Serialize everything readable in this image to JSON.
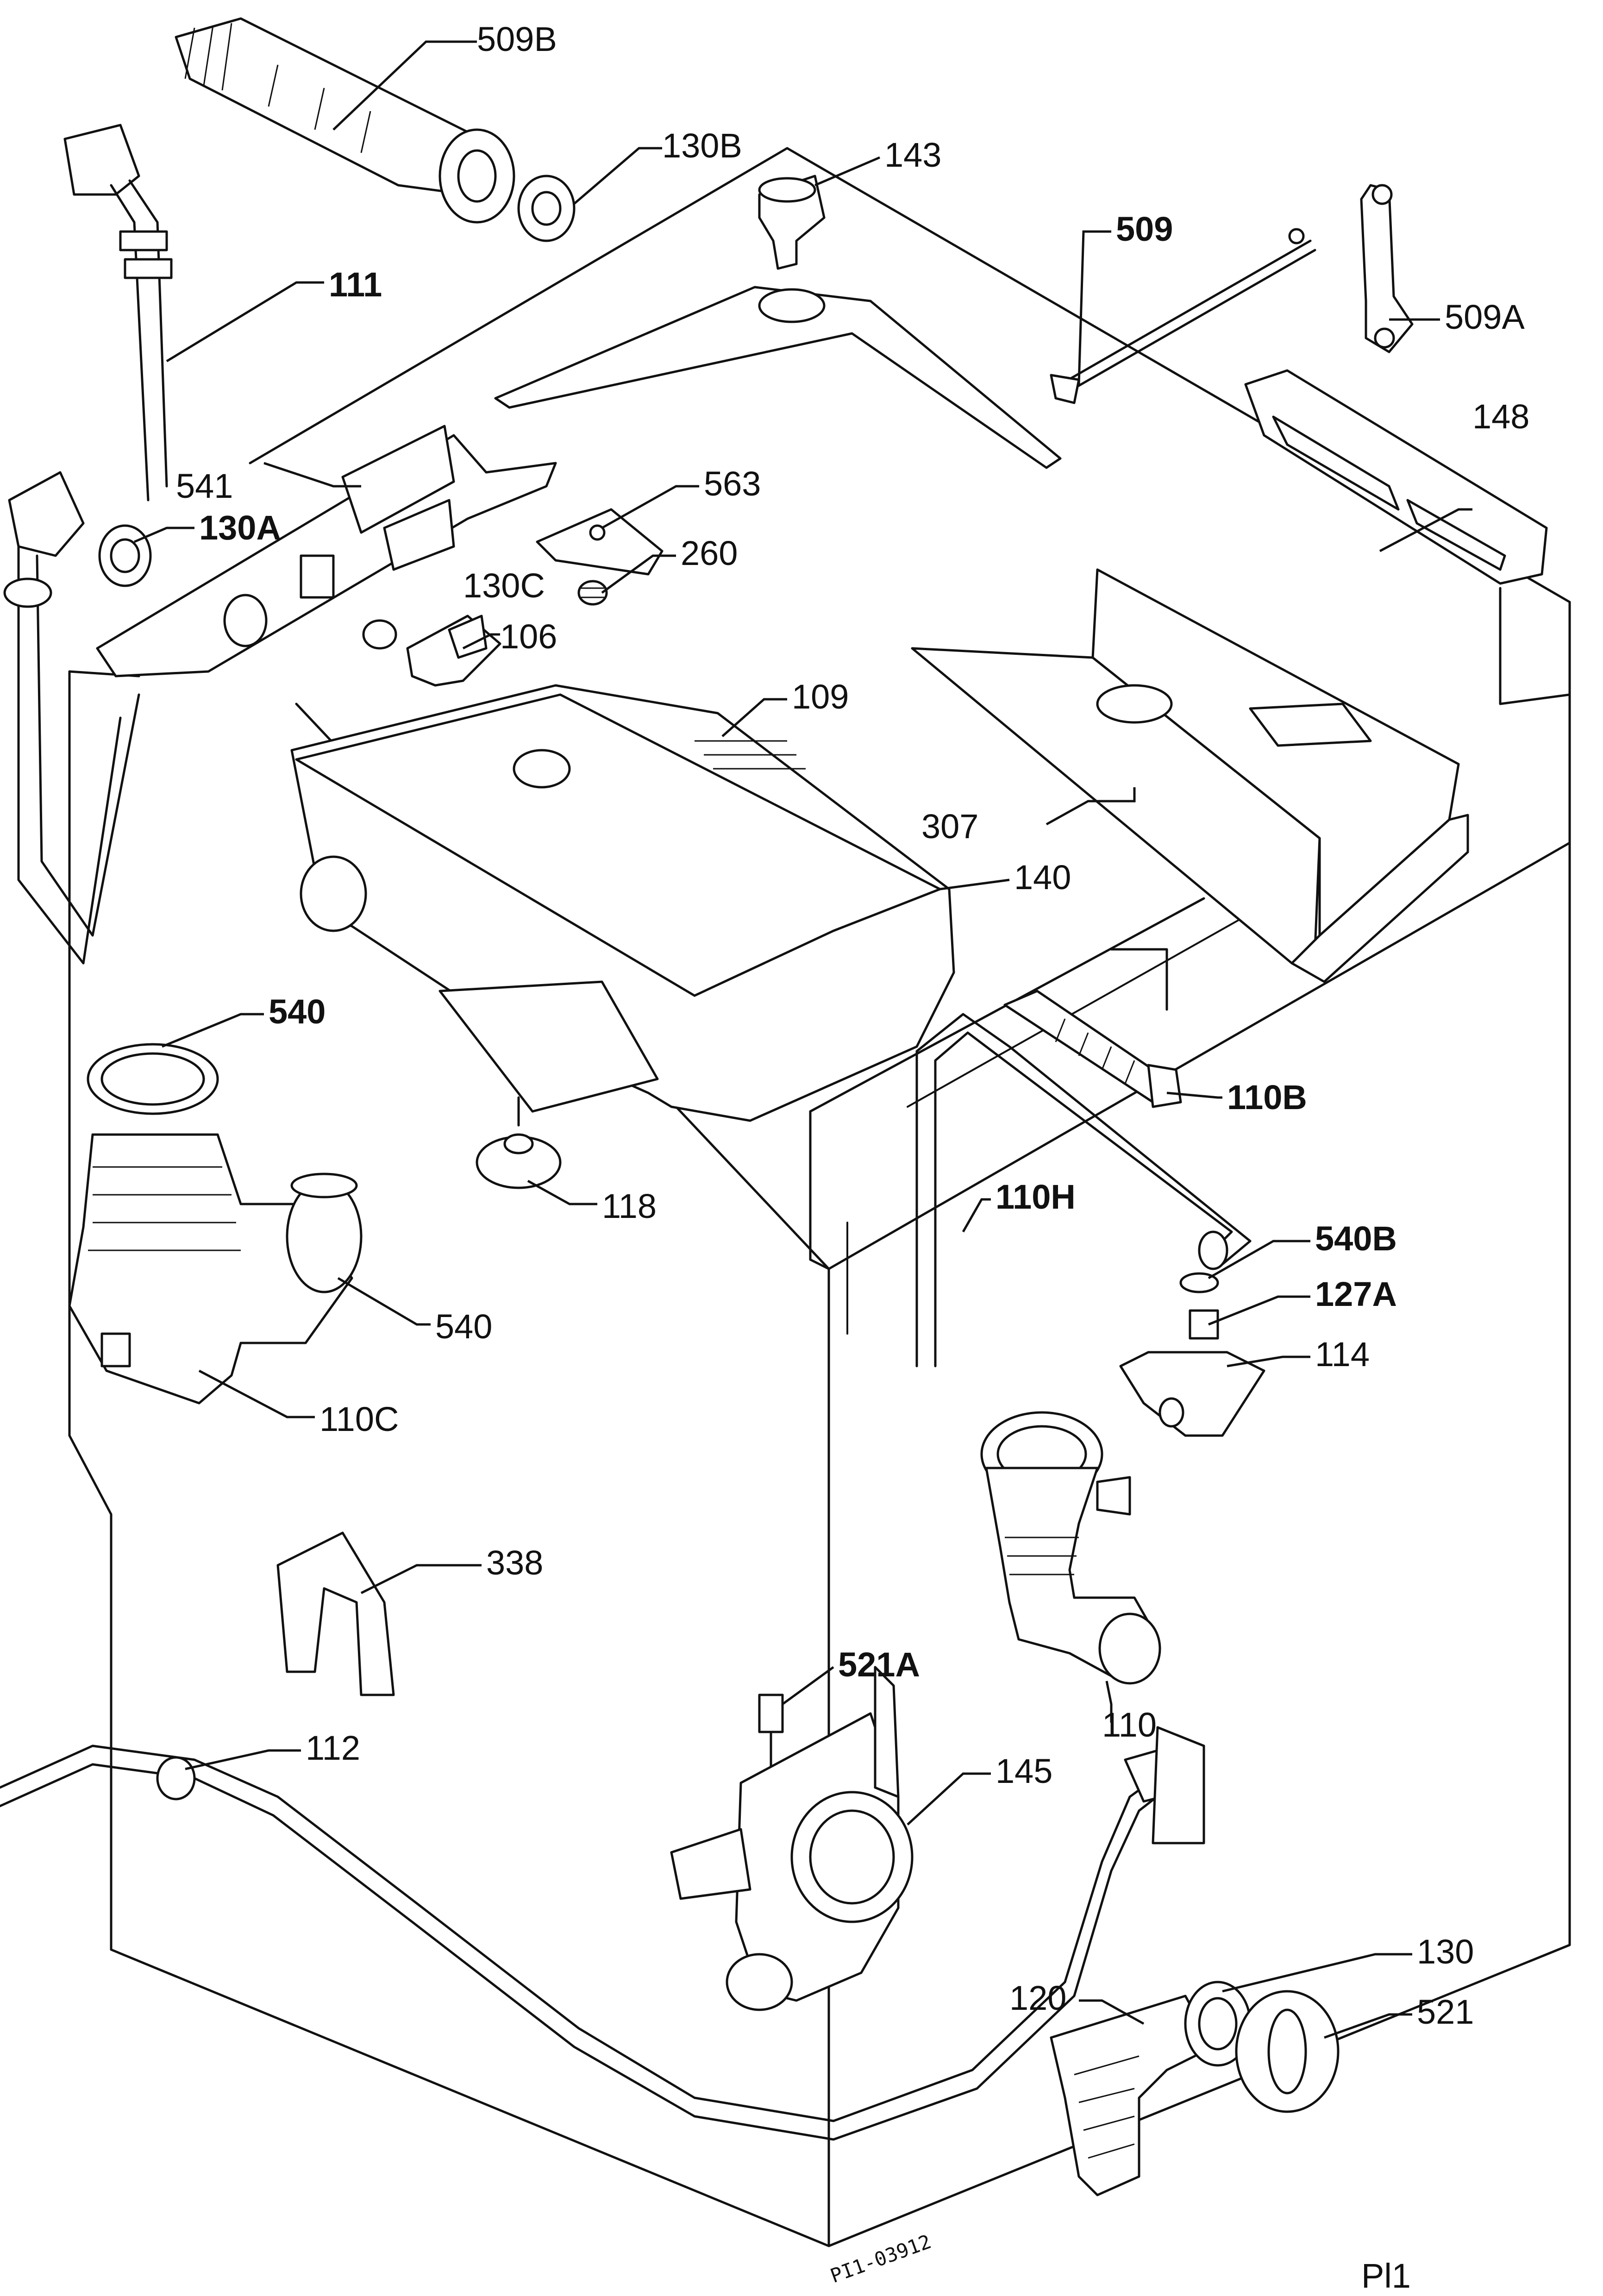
{
  "callouts": {
    "c509b": "509B",
    "c130b": "130B",
    "c143": "143",
    "c509": "509",
    "c509a": "509A",
    "c111": "111",
    "c541": "541",
    "c130a": "130A",
    "c563": "563",
    "c260": "260",
    "c130c": "130C",
    "c106": "106",
    "c148": "148",
    "c109": "109",
    "c307": "307",
    "c140": "140",
    "c540top": "540",
    "c110b": "110B",
    "c118": "118",
    "c110h": "110H",
    "c540b": "540B",
    "c540mid": "540",
    "c127a": "127A",
    "c114": "114",
    "c110c": "110C",
    "c338": "338",
    "c521a": "521A",
    "c110": "110",
    "c112": "112",
    "c145": "145",
    "c130": "130",
    "c120": "120",
    "c521": "521"
  },
  "drawing_number": "PI1-03912",
  "plate_label": "Pl1"
}
